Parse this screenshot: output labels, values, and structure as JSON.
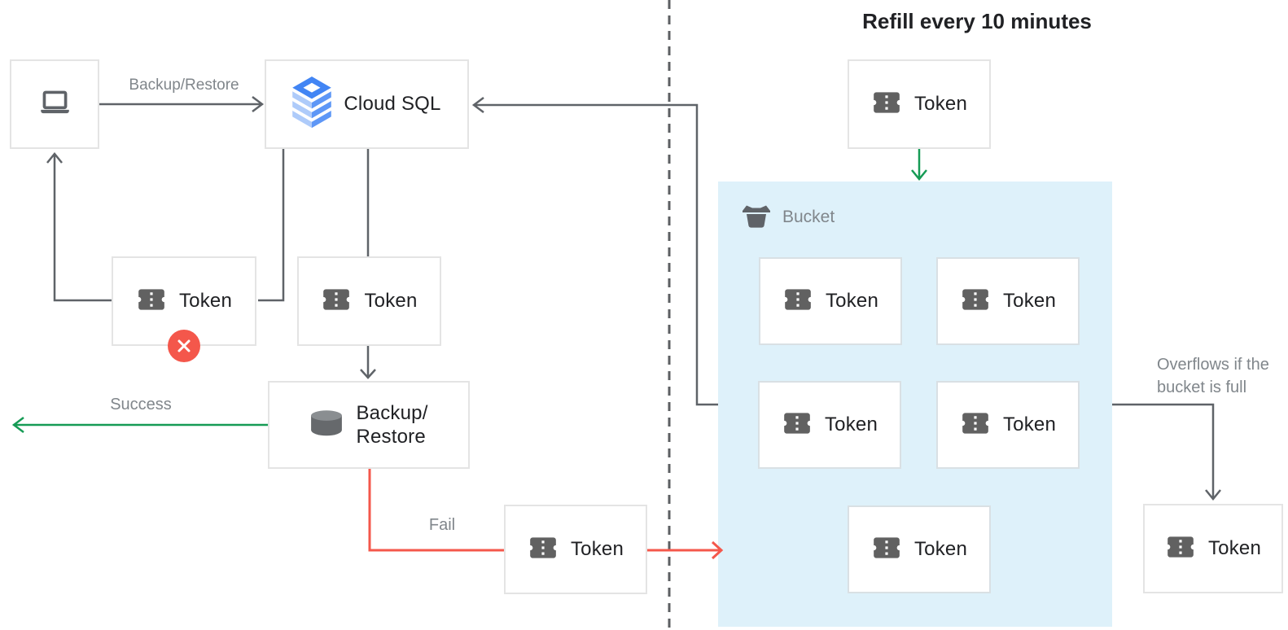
{
  "title": "Refill every 10 minutes",
  "labels": {
    "token": "Token",
    "cloud_sql": "Cloud SQL",
    "backup_restore_line1": "Backup/",
    "backup_restore_line2": "Restore",
    "request_arrow": "Backup/Restore",
    "success": "Success",
    "fail": "Fail",
    "bucket": "Bucket",
    "overflow_line1": "Overflows if the",
    "overflow_line2": "bucket is full"
  },
  "icons": {
    "client": "laptop-icon",
    "cloud_sql": "cloud-sql-icon",
    "token": "ticket-icon",
    "backup_restore": "database-icon",
    "bucket": "bucket-icon",
    "rejected": "error-x-icon"
  },
  "colors": {
    "success_green": "#169b55",
    "fail_red": "#f4574b",
    "line_gray": "#5f6368",
    "bucket_fill": "#def1fa",
    "box_border": "#e4e4e4",
    "text_dark": "#202124",
    "text_gray": "#80868b",
    "cloud_sql_blue": "#4285f4",
    "cloud_sql_light_blue": "#aecbfa",
    "icon_gray": "#616161"
  },
  "bucket_token_count": 5
}
